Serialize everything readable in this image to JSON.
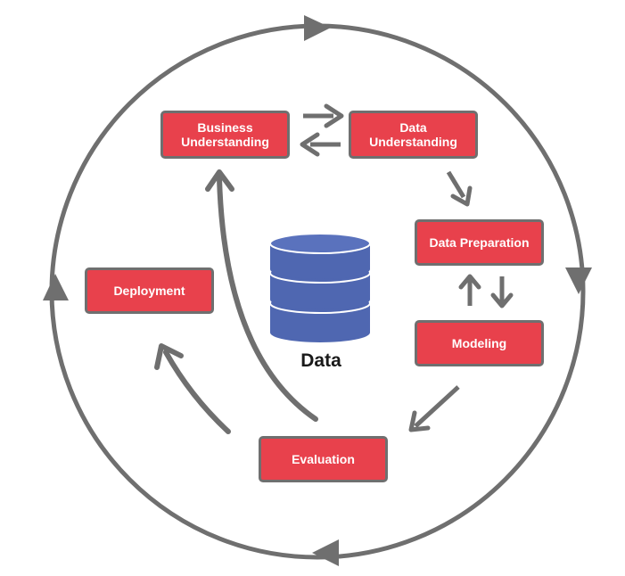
{
  "diagram": {
    "nodes": {
      "business": "Business\nUnderstanding",
      "data_understanding": "Data\nUnderstanding",
      "data_preparation": "Data Preparation",
      "modeling": "Modeling",
      "evaluation": "Evaluation",
      "deployment": "Deployment"
    },
    "center_label": "Data"
  },
  "colors": {
    "node_fill": "#e8414c",
    "node_border": "#6f6f6f",
    "arrow": "#6f6f6f",
    "database": "#4f67b1"
  },
  "icons": [
    "database-icon",
    "arrow-icon"
  ]
}
